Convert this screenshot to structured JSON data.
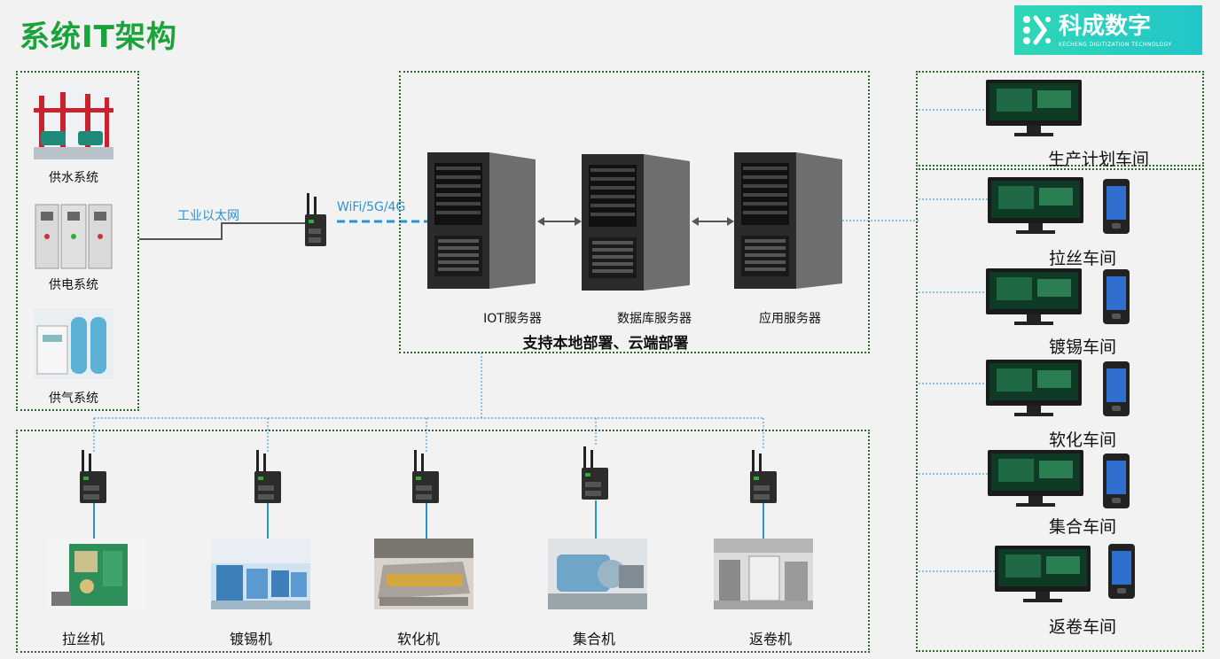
{
  "page": {
    "title": "系统IT架构"
  },
  "logo": {
    "name": "科成数字",
    "subtitle": "KECHENG DIGITIZATION TECHNOLOGY"
  },
  "supply": {
    "items": [
      {
        "label": "供水系统"
      },
      {
        "label": "供电系统"
      },
      {
        "label": "供气系统"
      }
    ],
    "link_label": "工业以太网"
  },
  "network": {
    "wireless_label": "WiFi/5G/4G"
  },
  "servers": {
    "items": [
      {
        "label": "IOT服务器"
      },
      {
        "label": "数据库服务器"
      },
      {
        "label": "应用服务器"
      }
    ],
    "caption": "支持本地部署、云端部署"
  },
  "machines": {
    "items": [
      {
        "label": "拉丝机"
      },
      {
        "label": "镀锡机"
      },
      {
        "label": "软化机"
      },
      {
        "label": "集合机"
      },
      {
        "label": "返卷机"
      }
    ]
  },
  "workshops": {
    "items": [
      {
        "label": "生产计划车间",
        "has_phone": false
      },
      {
        "label": "拉丝车间",
        "has_phone": true
      },
      {
        "label": "镀锡车间",
        "has_phone": true
      },
      {
        "label": "软化车间",
        "has_phone": true
      },
      {
        "label": "集合车间",
        "has_phone": true
      },
      {
        "label": "返卷车间",
        "has_phone": true
      }
    ]
  },
  "colors": {
    "title": "#1aa33a",
    "box_border": "#2f6b2f",
    "wire": "#555555",
    "link_blue": "#2a93d5",
    "logo": "#2fd7b6"
  }
}
